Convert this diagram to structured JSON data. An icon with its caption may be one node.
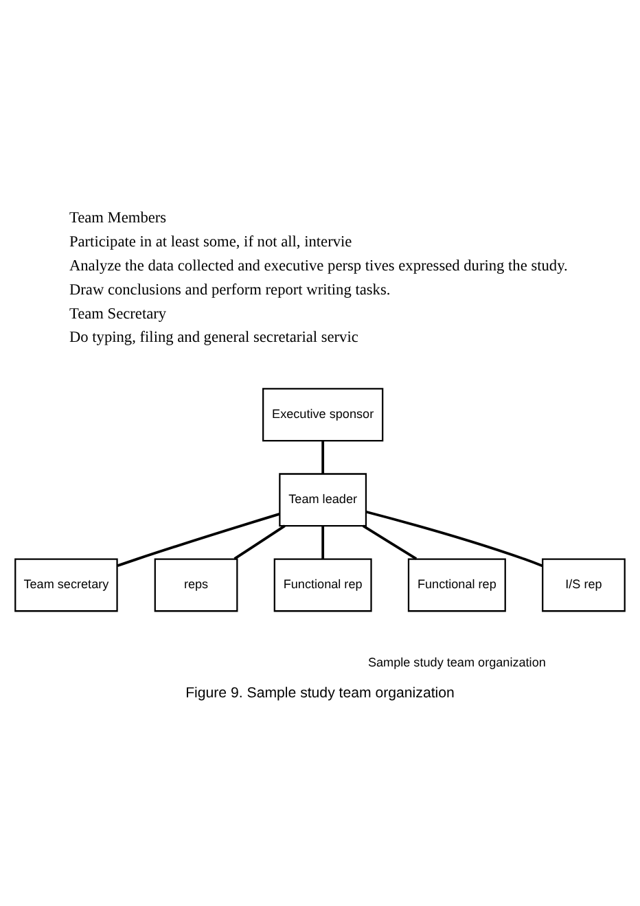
{
  "diagram": {
    "caption": "Figure 9. Sample study team organization",
    "nodes": [
      {
        "text": [
          "Executive sponsor"
        ]
      },
      {
        "text": [
          "Team leader"
        ]
      },
      {
        "text": [
          "Team secretary"
        ]
      },
      {
        "text": [
          "reps"
        ]
      },
      {
        "text": [
          "Functional rep"
        ]
      },
      {
        "text": [
          "Functional rep"
        ]
      },
      {
        "text": [
          "I/S rep"
        ]
      }
    ],
    "edges": [
      {
        "from": 0,
        "to": 1,
        "arrow": "none"
      },
      {
        "from": 1,
        "to": 2,
        "arrow": "none"
      },
      {
        "from": 1,
        "to": 3,
        "arrow": "none"
      },
      {
        "from": 1,
        "to": 4,
        "arrow": "none"
      },
      {
        "from": 1,
        "to": 5,
        "arrow": "none"
      },
      {
        "from": 1,
        "to": 6,
        "arrow": "none"
      }
    ],
    "labels": [
      "Team Members",
      "Participate in at least some, if not all, intervie",
      "Analyze the data collected and executive persp tives expressed during the study.",
      "Draw conclusions and perform report writing tasks.",
      "Team Secretary",
      "Do typing, filing and general secretarial servic",
      "Sample study team organization"
    ]
  }
}
